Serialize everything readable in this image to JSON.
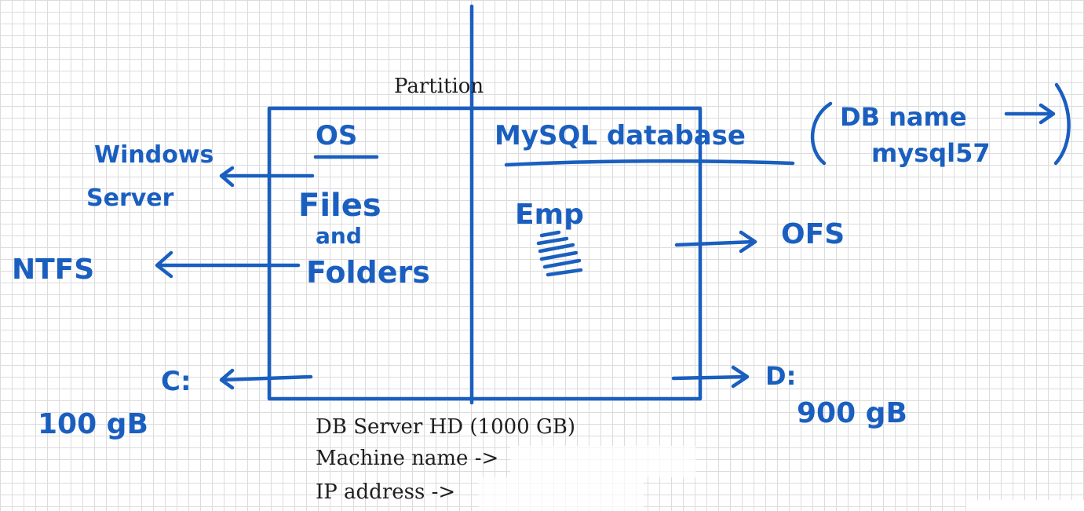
{
  "diagram": {
    "top_label": "Partition",
    "left": {
      "header": "OS",
      "content_line1": "Files",
      "content_line2": "and",
      "content_line3": "Folders",
      "os_line1": "Windows",
      "os_line2": "Server",
      "filesystem": "NTFS",
      "drive": "C:",
      "size": "100 gB"
    },
    "right": {
      "header": "MySQL database",
      "table": "Emp",
      "filesystem": "OFS",
      "drive": "D:",
      "size": "900 gB",
      "db_name_line1": "DB name",
      "db_name_line2": "mysql57"
    },
    "footer": {
      "line1": "DB Server HD (1000 GB)",
      "line2": "Machine name ->",
      "line3": "IP address ->"
    }
  },
  "colors": {
    "ink": "#1a5fbf",
    "grid": "#dcdcdc",
    "print": "#1e1e1e"
  }
}
